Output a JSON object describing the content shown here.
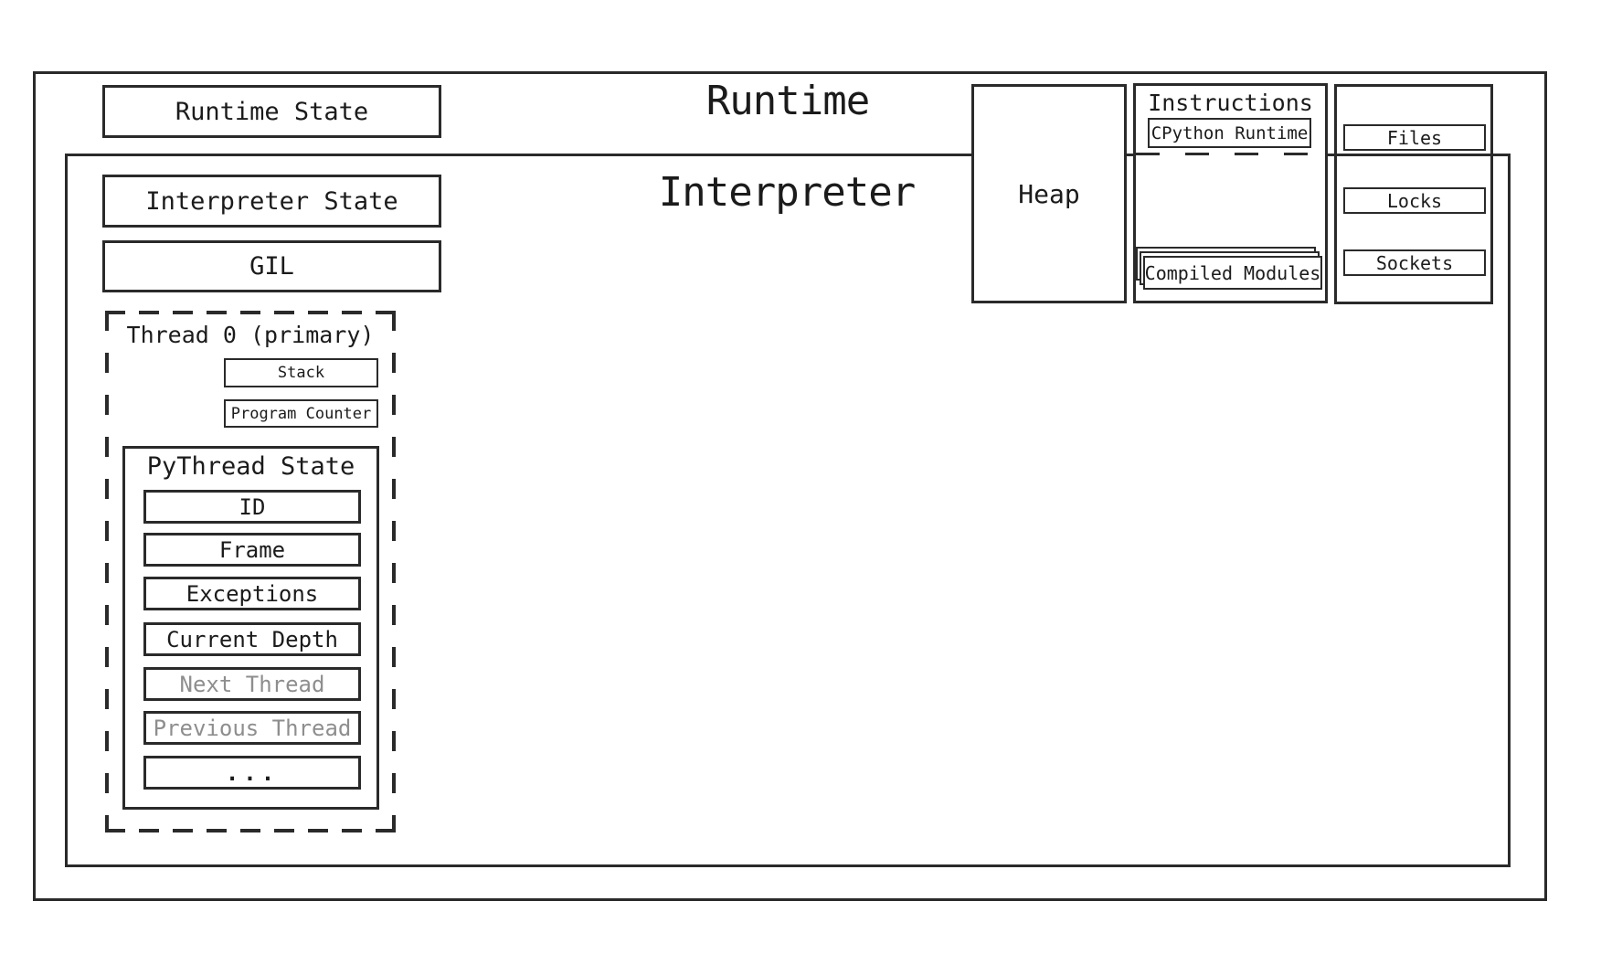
{
  "colors": {
    "line": "#2a2a2a",
    "muted_text": "#8e8e8e",
    "background": "#ffffff"
  },
  "runtime": {
    "title": "Runtime",
    "state_label": "Runtime State"
  },
  "interpreter": {
    "title": "Interpreter",
    "state_label": "Interpreter State",
    "gil_label": "GIL"
  },
  "thread": {
    "title": "Thread 0 (primary)",
    "stack_label": "Stack",
    "program_counter_label": "Program Counter"
  },
  "pythread": {
    "title": "PyThread State",
    "fields": [
      {
        "label": "ID",
        "muted": false
      },
      {
        "label": "Frame",
        "muted": false
      },
      {
        "label": "Exceptions",
        "muted": false
      },
      {
        "label": "Current Depth",
        "muted": false
      },
      {
        "label": "Next Thread",
        "muted": true
      },
      {
        "label": "Previous Thread",
        "muted": true
      },
      {
        "label": "...",
        "muted": false
      }
    ]
  },
  "heap": {
    "label": "Heap"
  },
  "instructions": {
    "title": "Instructions",
    "cpython_runtime_label": "CPython Runtime",
    "compiled_modules_label": "Compiled Modules"
  },
  "resources": {
    "items": [
      {
        "label": "Files"
      },
      {
        "label": "Locks"
      },
      {
        "label": "Sockets"
      }
    ]
  }
}
